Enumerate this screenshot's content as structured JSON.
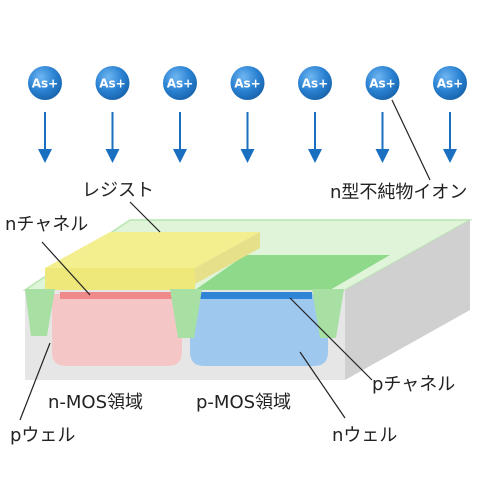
{
  "ion": {
    "symbol": "As+",
    "count": 7
  },
  "labels": {
    "resist": "レジスト",
    "n_channel": "nチャネル",
    "n_type_ion": "n型不純物イオン",
    "p_channel": "pチャネル",
    "n_mos_region": "n-MOS領域",
    "p_mos_region": "p-MOS領域",
    "p_well": "pウェル",
    "n_well": "nウェル"
  },
  "colors": {
    "ion_fill": "#1f78c8",
    "arrow": "#1a6fc0",
    "resist_top": "#f3ef8e",
    "resist_side": "#e6e06f",
    "substrate_top": "#dff4d9",
    "substrate_front": "#e4e4e4",
    "substrate_side": "#cfcfcf",
    "isolation_oxide": "#a8e0a3",
    "gate_oxide_green": "#8fd98a",
    "p_well": "#f5c6c6",
    "n_well": "#9fc8ee",
    "n_channel": "#f08a8a",
    "p_channel": "#2f84d6"
  }
}
